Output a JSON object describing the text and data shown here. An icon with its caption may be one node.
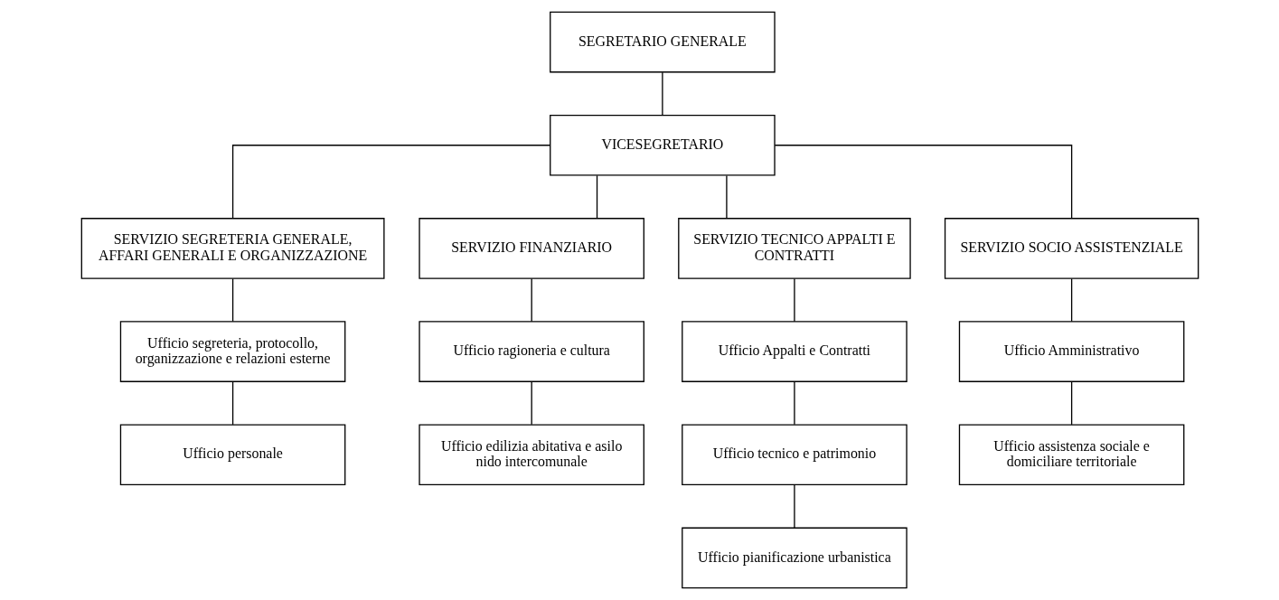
{
  "diagram": {
    "nodes": [
      {
        "text": [
          "SEGRETARIO GENERALE"
        ]
      },
      {
        "text": [
          "VICESEGRETARIO"
        ]
      },
      {
        "text": [
          "SERVIZIO SEGRETERIA GENERALE, AFFARI GENERALI E ORGANIZZAZIONE"
        ]
      },
      {
        "text": [
          "SERVIZIO FINANZIARIO"
        ]
      },
      {
        "text": [
          "SERVIZIO TECNICO APPALTI E CONTRATTI"
        ]
      },
      {
        "text": [
          "SERVIZIO SOCIO ASSISTENZIALE"
        ]
      },
      {
        "text": [
          "Ufficio segreteria, protocollo, organizzazione e relazioni esterne"
        ]
      },
      {
        "text": [
          "Ufficio ragioneria e cultura"
        ]
      },
      {
        "text": [
          "Ufficio Appalti e Contratti"
        ]
      },
      {
        "text": [
          "Ufficio Amministrativo"
        ]
      },
      {
        "text": [
          "Ufficio personale"
        ]
      },
      {
        "text": [
          "Ufficio edilizia abitativa e asilo nido intercomunale"
        ]
      },
      {
        "text": [
          "Ufficio tecnico e patrimonio"
        ]
      },
      {
        "text": [
          "Ufficio assistenza sociale e domiciliare territoriale"
        ]
      },
      {
        "text": [
          "Ufficio pianificazione urbanistica"
        ]
      }
    ],
    "edges": [
      {
        "from": 0,
        "to": 1,
        "arrow": "none"
      },
      {
        "from": 1,
        "to": 2,
        "arrow": "none"
      },
      {
        "from": 1,
        "to": 3,
        "arrow": "none"
      },
      {
        "from": 1,
        "to": 4,
        "arrow": "none"
      },
      {
        "from": 1,
        "to": 5,
        "arrow": "none"
      },
      {
        "from": 2,
        "to": 6,
        "arrow": "none"
      },
      {
        "from": 3,
        "to": 7,
        "arrow": "none"
      },
      {
        "from": 4,
        "to": 8,
        "arrow": "none"
      },
      {
        "from": 5,
        "to": 9,
        "arrow": "none"
      },
      {
        "from": 6,
        "to": 10,
        "arrow": "none"
      },
      {
        "from": 7,
        "to": 11,
        "arrow": "none"
      },
      {
        "from": 8,
        "to": 12,
        "arrow": "none"
      },
      {
        "from": 9,
        "to": 13,
        "arrow": "none"
      },
      {
        "from": 12,
        "to": 14,
        "arrow": "none"
      }
    ]
  }
}
